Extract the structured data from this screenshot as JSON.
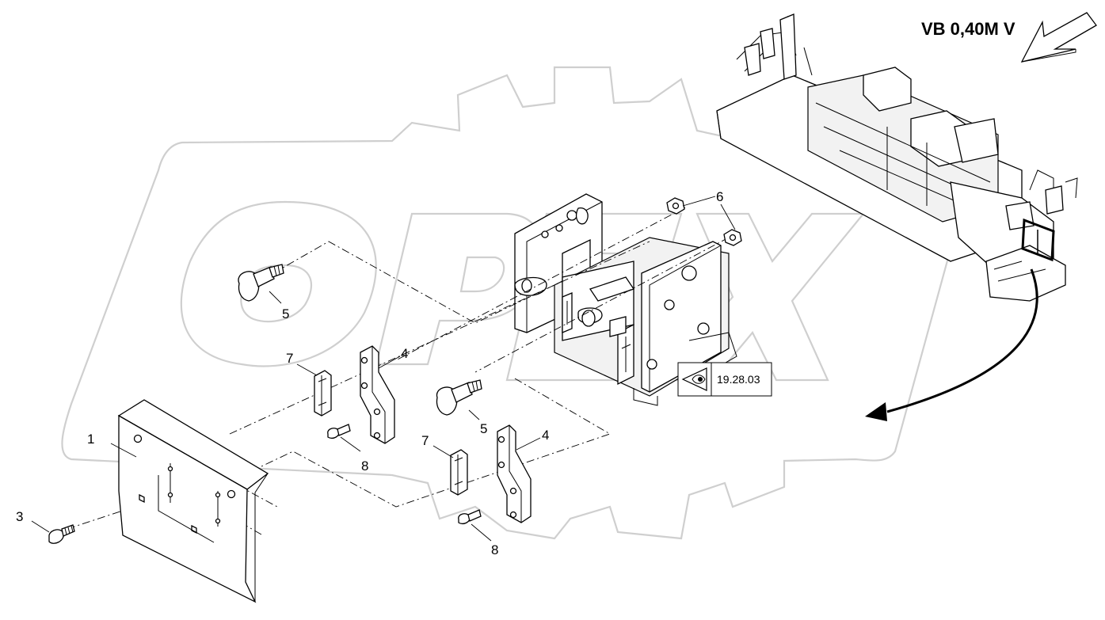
{
  "view": {
    "label": "VB 0,40M V"
  },
  "reference": {
    "label": "19.28.03",
    "icon": "eye-icon"
  },
  "parts": [
    {
      "id": "p1",
      "label": "1"
    },
    {
      "id": "p3",
      "label": "3"
    },
    {
      "id": "p4a",
      "label": "4"
    },
    {
      "id": "p4b",
      "label": "4"
    },
    {
      "id": "p5a",
      "label": "5"
    },
    {
      "id": "p5b",
      "label": "5"
    },
    {
      "id": "p6",
      "label": "6"
    },
    {
      "id": "p7a",
      "label": "7"
    },
    {
      "id": "p7b",
      "label": "7"
    },
    {
      "id": "p8a",
      "label": "8"
    },
    {
      "id": "p8b",
      "label": "8"
    }
  ],
  "watermark": {
    "text": "OPEX"
  }
}
